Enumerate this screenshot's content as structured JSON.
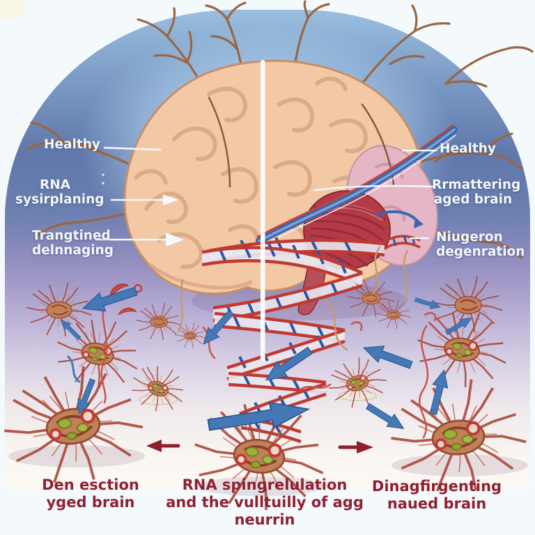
{
  "labels": {
    "healthy_left": "Healthy",
    "rna_line1": "RNA",
    "rna_line2": "sysirplaning",
    "tangled_line1": "Trangtined",
    "tangled_line2": "delnnaging",
    "healthy_right": "Healthy",
    "aged_line1": "Rrmattering",
    "aged_line2": "aged brain",
    "neuron_line1": "Niugeron",
    "neuron_line2": "degenration"
  },
  "captions": {
    "left_line1": "Den esction",
    "left_line2": "yged brain",
    "center_line1": "RNA spingrelulation",
    "center_line2": "and the vulltuilly of agg neurrin",
    "right_line1": "Dinagfirgenting",
    "right_line2": "naued brain"
  },
  "icons": [
    "brain-illustration",
    "dna-helix-icon",
    "dna-fragment-icon",
    "neuron-tangle-icon",
    "blue-transfer-arrow-icon",
    "white-leader-arrow-icon",
    "dark-red-left-arrow-icon",
    "dark-red-right-arrow-icon",
    "red-crescent-icon",
    "dendrite-branch-icon"
  ],
  "colors": {
    "label_text": "#f3f7fd",
    "caption_text": "#8e2133",
    "dome_blue": "#5f78aa",
    "dome_lavender": "#b7aed4",
    "brain_peach": "#f2c8a5",
    "brain_outline": "#c68e69",
    "rear_lobe_pink": "#e4b6c6",
    "cerebellum_red": "#b23b47",
    "helix_red": "#c13b33",
    "helix_rung_blue": "#2d55a5",
    "arrow_blue": "#4478b6",
    "tangle_red_brown": "#a8473a",
    "branch_brown": "#9a6642",
    "dark_red_arrow": "#8e1f2c"
  }
}
